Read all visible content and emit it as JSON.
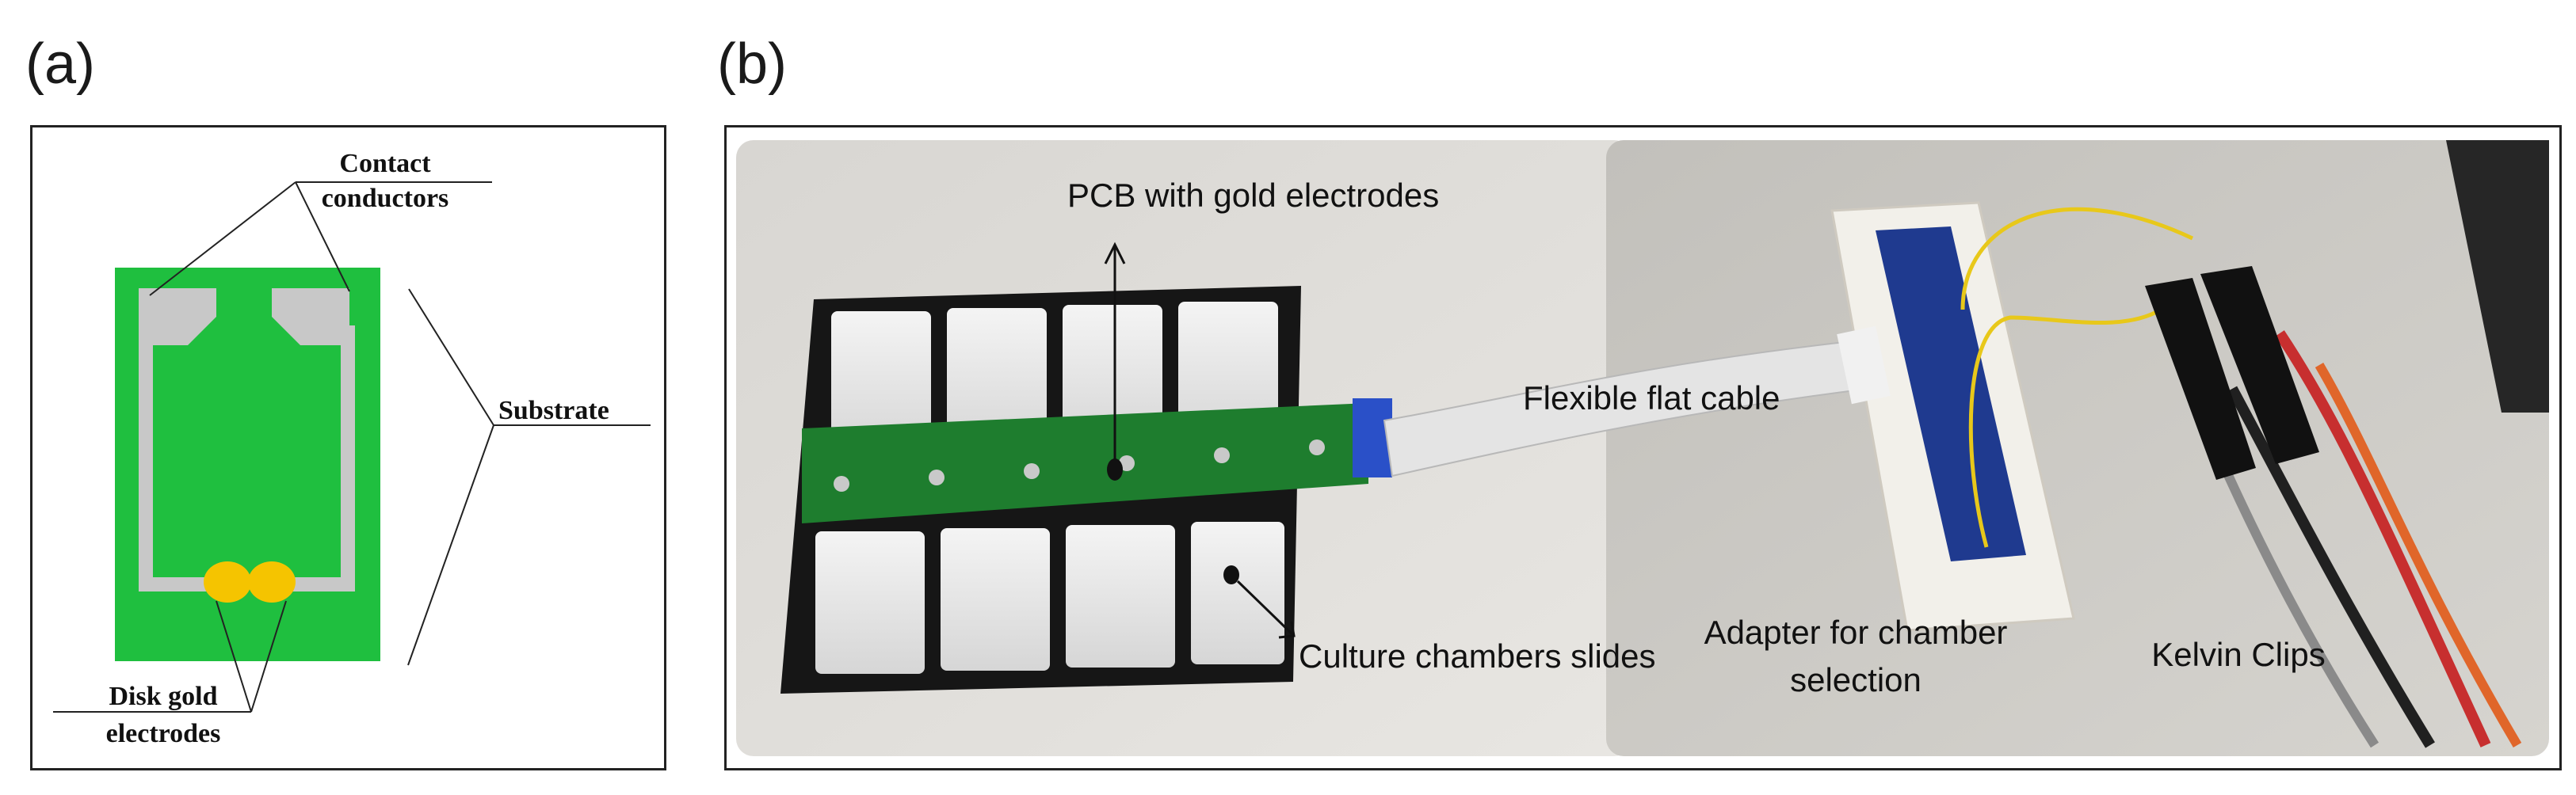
{
  "panel_a": {
    "label": "(a)",
    "contact_conductors_line1": "Contact",
    "contact_conductors_line2": "conductors",
    "substrate": "Substrate",
    "disk_gold_line1": "Disk gold",
    "disk_gold_line2": "electrodes",
    "colors": {
      "substrate": "#1fbf3f",
      "conductor": "#c8c8c8",
      "electrode": "#f5c400"
    }
  },
  "panel_b": {
    "label": "(b)",
    "pcb_label": "PCB with gold electrodes",
    "cable_label": "Flexible flat cable",
    "chambers_label": "Culture chambers slides",
    "adapter_line1": "Adapter for chamber",
    "adapter_line2": "selection",
    "kelvin_label": "Kelvin Clips"
  }
}
